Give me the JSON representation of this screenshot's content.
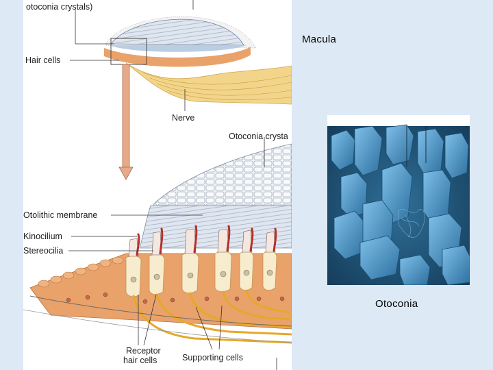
{
  "slide": {
    "macula_label": "Macula",
    "otoconia_label": "Otoconia"
  },
  "diagram": {
    "labels": {
      "otoconia_crystals_top": "otoconia crystals)",
      "hair_cells": "Hair cells",
      "nerve": "Nerve",
      "otoconia_crystals": "Otoconia crysta",
      "otolithic_membrane": "Otolithic membrane",
      "kinocilium": "Kinocilium",
      "stereocilia": "Stereocilia",
      "receptor_line1": "Receptor",
      "receptor_line2": "hair cells",
      "supporting_cells": "Supporting cells"
    }
  },
  "colors": {
    "background": "#dde9f5",
    "membrane_blue": "#b9cde3",
    "nerve_yellow": "#f2d58a",
    "tissue_orange": "#e9a26a",
    "hair_cell_cream": "#f7eccd",
    "kinocilium_red": "#b2312a",
    "sem_blue": "#3f8fc4"
  }
}
